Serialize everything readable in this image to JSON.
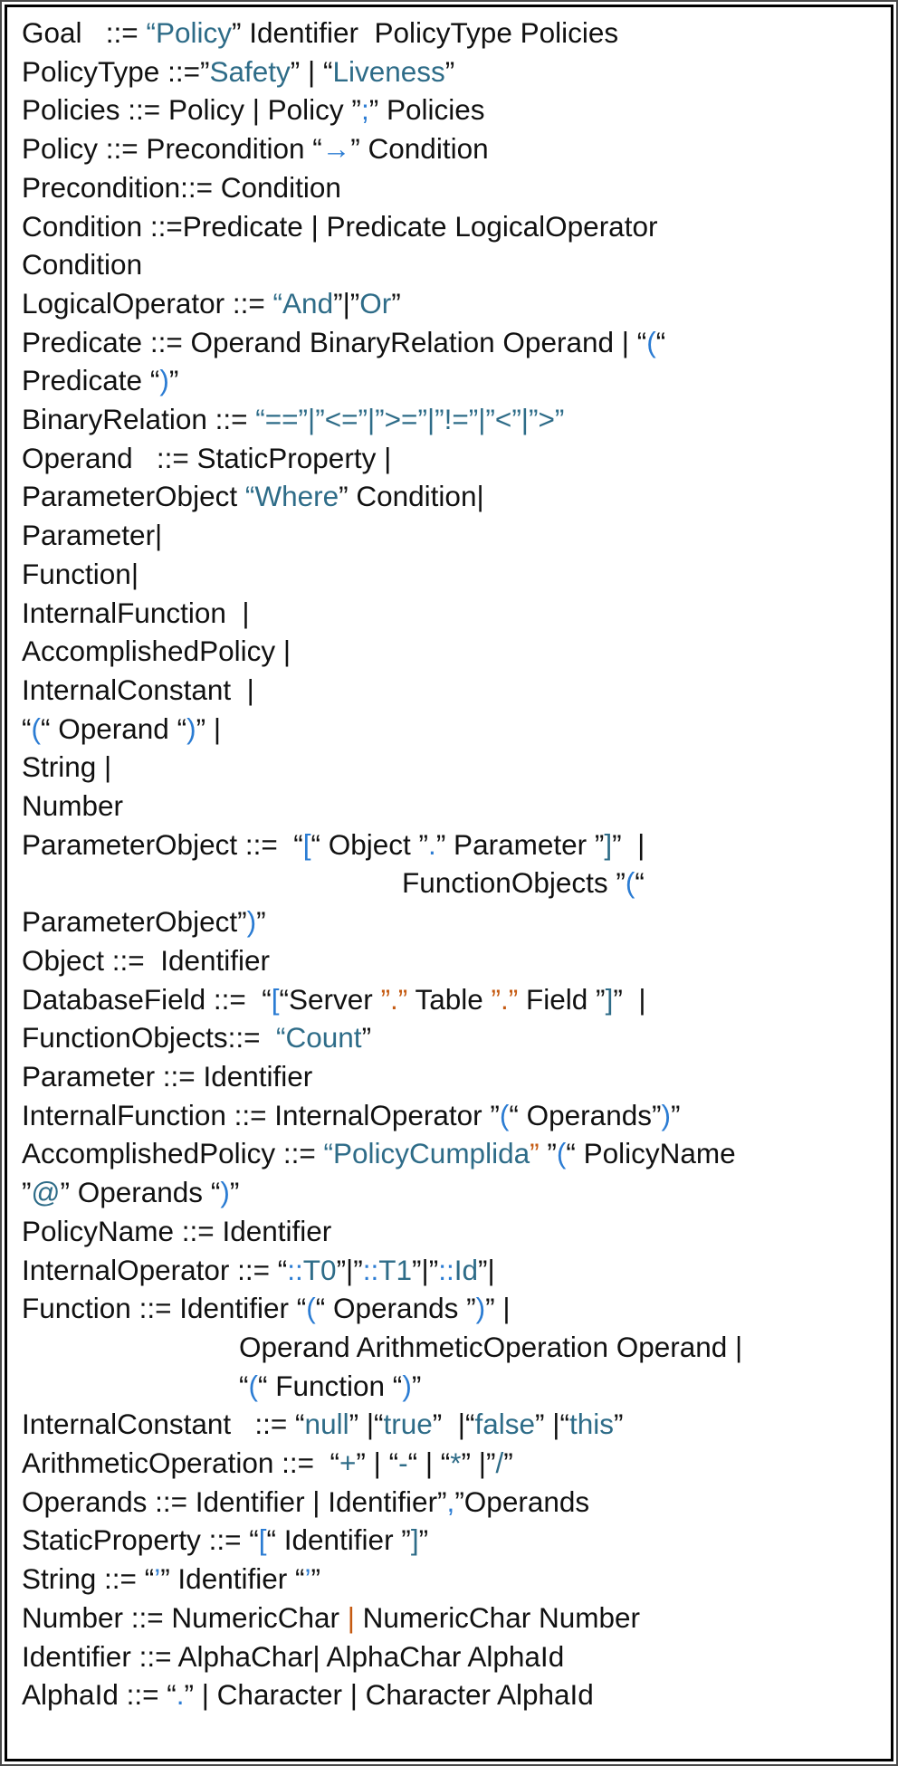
{
  "figure": {
    "type": "bnf-grammar",
    "colors": {
      "text": "#111111",
      "keyword_teal": "#2E6C88",
      "punct_blue": "#2B7CD3",
      "accent_orange": "#C55A11",
      "border": "#000000",
      "background": "#ffffff"
    },
    "lines": [
      {
        "indent": 0,
        "segments": [
          {
            "text": "Goal   ::= ",
            "color": "black"
          },
          {
            "text": "“Policy",
            "color": "teal"
          },
          {
            "text": "” Identifier  PolicyType Policies",
            "color": "black"
          }
        ]
      },
      {
        "indent": 0,
        "segments": [
          {
            "text": "PolicyType ::=”",
            "color": "black"
          },
          {
            "text": "Safety",
            "color": "teal"
          },
          {
            "text": "” | “",
            "color": "black"
          },
          {
            "text": "Liveness",
            "color": "teal"
          },
          {
            "text": "”",
            "color": "black"
          }
        ]
      },
      {
        "indent": 0,
        "segments": [
          {
            "text": "Policies ::= Policy | Policy ”",
            "color": "black"
          },
          {
            "text": ";",
            "color": "blue"
          },
          {
            "text": "” Policies",
            "color": "black"
          }
        ]
      },
      {
        "indent": 0,
        "segments": [
          {
            "text": "Policy ::= Precondition “",
            "color": "black"
          },
          {
            "text": "→",
            "color": "blue"
          },
          {
            "text": "” Condition",
            "color": "black"
          }
        ]
      },
      {
        "indent": 0,
        "segments": [
          {
            "text": "Precondition::= Condition",
            "color": "black"
          }
        ]
      },
      {
        "indent": 0,
        "segments": [
          {
            "text": "Condition ::=Predicate | Predicate LogicalOperator",
            "color": "black"
          }
        ]
      },
      {
        "indent": 0,
        "segments": [
          {
            "text": "Condition",
            "color": "black"
          }
        ]
      },
      {
        "indent": 0,
        "segments": [
          {
            "text": "LogicalOperator ::= ",
            "color": "black"
          },
          {
            "text": "“And",
            "color": "teal"
          },
          {
            "text": "”|”",
            "color": "black"
          },
          {
            "text": "Or",
            "color": "teal"
          },
          {
            "text": "”",
            "color": "black"
          }
        ]
      },
      {
        "indent": 0,
        "segments": [
          {
            "text": "Predicate ::= Operand BinaryRelation Operand | “",
            "color": "black"
          },
          {
            "text": "(",
            "color": "blue"
          },
          {
            "text": "“",
            "color": "black"
          }
        ]
      },
      {
        "indent": 0,
        "segments": [
          {
            "text": "Predicate “",
            "color": "black"
          },
          {
            "text": ")",
            "color": "blue"
          },
          {
            "text": "”",
            "color": "black"
          }
        ]
      },
      {
        "indent": 0,
        "segments": [
          {
            "text": "BinaryRelation ::= ",
            "color": "black"
          },
          {
            "text": "“==”|”<=”|”>=”|”!=”|”<”|”>”",
            "color": "teal"
          }
        ]
      },
      {
        "indent": 0,
        "segments": [
          {
            "text": "Operand   ::= StaticProperty |",
            "color": "black"
          }
        ]
      },
      {
        "indent": 0,
        "segments": [
          {
            "text": "ParameterObject ",
            "color": "black"
          },
          {
            "text": "“Where",
            "color": "teal"
          },
          {
            "text": "” Condition|",
            "color": "black"
          }
        ]
      },
      {
        "indent": 0,
        "segments": [
          {
            "text": "Parameter|",
            "color": "black"
          }
        ]
      },
      {
        "indent": 0,
        "segments": [
          {
            "text": "Function|",
            "color": "black"
          }
        ]
      },
      {
        "indent": 0,
        "segments": [
          {
            "text": "InternalFunction  |",
            "color": "black"
          }
        ]
      },
      {
        "indent": 0,
        "segments": [
          {
            "text": "AccomplishedPolicy |",
            "color": "black"
          }
        ]
      },
      {
        "indent": 0,
        "segments": [
          {
            "text": "InternalConstant  |",
            "color": "black"
          }
        ]
      },
      {
        "indent": 0,
        "segments": [
          {
            "text": "“",
            "color": "black"
          },
          {
            "text": "(",
            "color": "blue"
          },
          {
            "text": "“ Operand “",
            "color": "black"
          },
          {
            "text": ")",
            "color": "blue"
          },
          {
            "text": "” |",
            "color": "black"
          }
        ]
      },
      {
        "indent": 0,
        "segments": [
          {
            "text": "String |",
            "color": "black"
          }
        ]
      },
      {
        "indent": 0,
        "segments": [
          {
            "text": "Number",
            "color": "black"
          }
        ]
      },
      {
        "indent": 0,
        "segments": [
          {
            "text": "ParameterObject ::=  “",
            "color": "black"
          },
          {
            "text": "[",
            "color": "blue"
          },
          {
            "text": "“ Object ”",
            "color": "black"
          },
          {
            "text": ".",
            "color": "blue"
          },
          {
            "text": "” Parameter ”",
            "color": "black"
          },
          {
            "text": "]",
            "color": "teal"
          },
          {
            "text": "”  |",
            "color": "black"
          }
        ]
      },
      {
        "indent": 420,
        "segments": [
          {
            "text": "FunctionObjects ”",
            "color": "black"
          },
          {
            "text": "(",
            "color": "blue"
          },
          {
            "text": "“",
            "color": "black"
          }
        ]
      },
      {
        "indent": 0,
        "segments": [
          {
            "text": "ParameterObject”",
            "color": "black"
          },
          {
            "text": ")",
            "color": "blue"
          },
          {
            "text": "”",
            "color": "black"
          }
        ]
      },
      {
        "indent": 0,
        "segments": [
          {
            "text": "Object ::=  Identifier",
            "color": "black"
          }
        ]
      },
      {
        "indent": 0,
        "segments": [
          {
            "text": "DatabaseField ::=  “",
            "color": "black"
          },
          {
            "text": "[",
            "color": "blue"
          },
          {
            "text": "“Server ",
            "color": "black"
          },
          {
            "text": "”.”",
            "color": "orange"
          },
          {
            "text": " Table ",
            "color": "black"
          },
          {
            "text": "”.”",
            "color": "orange"
          },
          {
            "text": " Field ”",
            "color": "black"
          },
          {
            "text": "]",
            "color": "teal"
          },
          {
            "text": "”  |",
            "color": "black"
          }
        ]
      },
      {
        "indent": 0,
        "segments": [
          {
            "text": "FunctionObjects::=  ",
            "color": "black"
          },
          {
            "text": "“Count",
            "color": "teal"
          },
          {
            "text": "”",
            "color": "black"
          }
        ]
      },
      {
        "indent": 0,
        "segments": [
          {
            "text": "Parameter ::= Identifier",
            "color": "black"
          }
        ]
      },
      {
        "indent": 0,
        "segments": [
          {
            "text": "InternalFunction ::= InternalOperator ”",
            "color": "black"
          },
          {
            "text": "(",
            "color": "blue"
          },
          {
            "text": "“ Operands”",
            "color": "black"
          },
          {
            "text": ")",
            "color": "blue"
          },
          {
            "text": "”",
            "color": "black"
          }
        ]
      },
      {
        "indent": 0,
        "segments": [
          {
            "text": "AccomplishedPolicy ::= ",
            "color": "black"
          },
          {
            "text": "“PolicyCumplida",
            "color": "teal"
          },
          {
            "text": "”",
            "color": "orange"
          },
          {
            "text": " ”",
            "color": "black"
          },
          {
            "text": "(",
            "color": "blue"
          },
          {
            "text": "“ PolicyName",
            "color": "black"
          }
        ]
      },
      {
        "indent": 0,
        "segments": [
          {
            "text": "”",
            "color": "black"
          },
          {
            "text": "@",
            "color": "teal"
          },
          {
            "text": "” Operands “",
            "color": "black"
          },
          {
            "text": ")",
            "color": "blue"
          },
          {
            "text": "”",
            "color": "black"
          }
        ]
      },
      {
        "indent": 0,
        "segments": [
          {
            "text": "PolicyName ::= Identifier",
            "color": "black"
          }
        ]
      },
      {
        "indent": 0,
        "segments": [
          {
            "text": "InternalOperator ::= “",
            "color": "black"
          },
          {
            "text": "::",
            "color": "blue"
          },
          {
            "text": "T0",
            "color": "teal"
          },
          {
            "text": "”|”",
            "color": "black"
          },
          {
            "text": "::",
            "color": "blue"
          },
          {
            "text": "T1",
            "color": "teal"
          },
          {
            "text": "”|”",
            "color": "black"
          },
          {
            "text": "::",
            "color": "blue"
          },
          {
            "text": "Id",
            "color": "teal"
          },
          {
            "text": "”|",
            "color": "black"
          }
        ]
      },
      {
        "indent": 0,
        "segments": [
          {
            "text": "Function ::= Identifier “",
            "color": "black"
          },
          {
            "text": "(",
            "color": "blue"
          },
          {
            "text": "“ Operands ”",
            "color": "black"
          },
          {
            "text": ")",
            "color": "blue"
          },
          {
            "text": "” |",
            "color": "black"
          }
        ]
      },
      {
        "indent": 240,
        "segments": [
          {
            "text": "Operand ArithmeticOperation Operand |",
            "color": "black"
          }
        ]
      },
      {
        "indent": 240,
        "segments": [
          {
            "text": "“",
            "color": "black"
          },
          {
            "text": "(",
            "color": "blue"
          },
          {
            "text": "“ Function “",
            "color": "black"
          },
          {
            "text": ")",
            "color": "blue"
          },
          {
            "text": "”",
            "color": "black"
          }
        ]
      },
      {
        "indent": 0,
        "segments": [
          {
            "text": "InternalConstant   ::= “",
            "color": "black"
          },
          {
            "text": "null",
            "color": "teal"
          },
          {
            "text": "” |“",
            "color": "black"
          },
          {
            "text": "true",
            "color": "teal"
          },
          {
            "text": "”  |“",
            "color": "black"
          },
          {
            "text": "false",
            "color": "teal"
          },
          {
            "text": "” |“",
            "color": "black"
          },
          {
            "text": "this",
            "color": "teal"
          },
          {
            "text": "”",
            "color": "black"
          }
        ]
      },
      {
        "indent": 0,
        "segments": [
          {
            "text": "ArithmeticOperation ::=  “",
            "color": "black"
          },
          {
            "text": "+",
            "color": "teal"
          },
          {
            "text": "” | “",
            "color": "black"
          },
          {
            "text": "-",
            "color": "teal"
          },
          {
            "text": "“ | “",
            "color": "black"
          },
          {
            "text": "*",
            "color": "teal"
          },
          {
            "text": "” |”",
            "color": "black"
          },
          {
            "text": "/",
            "color": "teal"
          },
          {
            "text": "”",
            "color": "black"
          }
        ]
      },
      {
        "indent": 0,
        "segments": [
          {
            "text": "Operands ::= Identifier | Identifier”",
            "color": "black"
          },
          {
            "text": ",",
            "color": "blue"
          },
          {
            "text": "”Operands",
            "color": "black"
          }
        ]
      },
      {
        "indent": 0,
        "segments": [
          {
            "text": "StaticProperty ::= “",
            "color": "black"
          },
          {
            "text": "[",
            "color": "blue"
          },
          {
            "text": "“ Identifier ”",
            "color": "black"
          },
          {
            "text": "]",
            "color": "teal"
          },
          {
            "text": "”",
            "color": "black"
          }
        ]
      },
      {
        "indent": 0,
        "segments": [
          {
            "text": "String ::= “",
            "color": "black"
          },
          {
            "text": "’",
            "color": "blue"
          },
          {
            "text": "” Identifier “",
            "color": "black"
          },
          {
            "text": "’",
            "color": "blue"
          },
          {
            "text": "”",
            "color": "black"
          }
        ]
      },
      {
        "indent": 0,
        "segments": [
          {
            "text": "Number ::= NumericChar ",
            "color": "black"
          },
          {
            "text": "|",
            "color": "orange"
          },
          {
            "text": " NumericChar Number",
            "color": "black"
          }
        ]
      },
      {
        "indent": 0,
        "segments": [
          {
            "text": "Identifier ::= AlphaChar| AlphaChar AlphaId",
            "color": "black"
          }
        ]
      },
      {
        "indent": 0,
        "segments": [
          {
            "text": "AlphaId ::= “",
            "color": "black"
          },
          {
            "text": ".",
            "color": "blue"
          },
          {
            "text": "” | Character | Character AlphaId",
            "color": "black"
          }
        ]
      }
    ]
  }
}
